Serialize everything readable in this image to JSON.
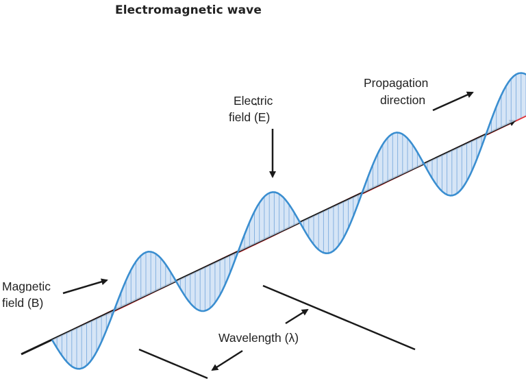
{
  "title": "Electromagnetic wave",
  "labels": {
    "electric_line1": "Electric",
    "electric_line2_pre": "field (",
    "electric_symbol": "E",
    "electric_line2_post": ")",
    "magnetic_line1": "Magnetic",
    "magnetic_line2_pre": "field (",
    "magnetic_symbol": "B",
    "magnetic_line2_post": ")",
    "propagation_line1": "Propagation",
    "propagation_line2": "direction",
    "wavelength": "Wavelength (λ)",
    "vector_arrow": "⃗"
  },
  "colors": {
    "electric_stroke": "#3a8ed0",
    "electric_fill": "#cfe0f5",
    "electric_hatch": "#6a9fd8",
    "magnetic_stroke": "#e0262b",
    "magnetic_fill": "#f9d4c6",
    "magnetic_hatch": "#e8826a",
    "axis": "#1a1a1a",
    "text": "#222222"
  },
  "wave": {
    "cycles_shown": 4.5
  }
}
